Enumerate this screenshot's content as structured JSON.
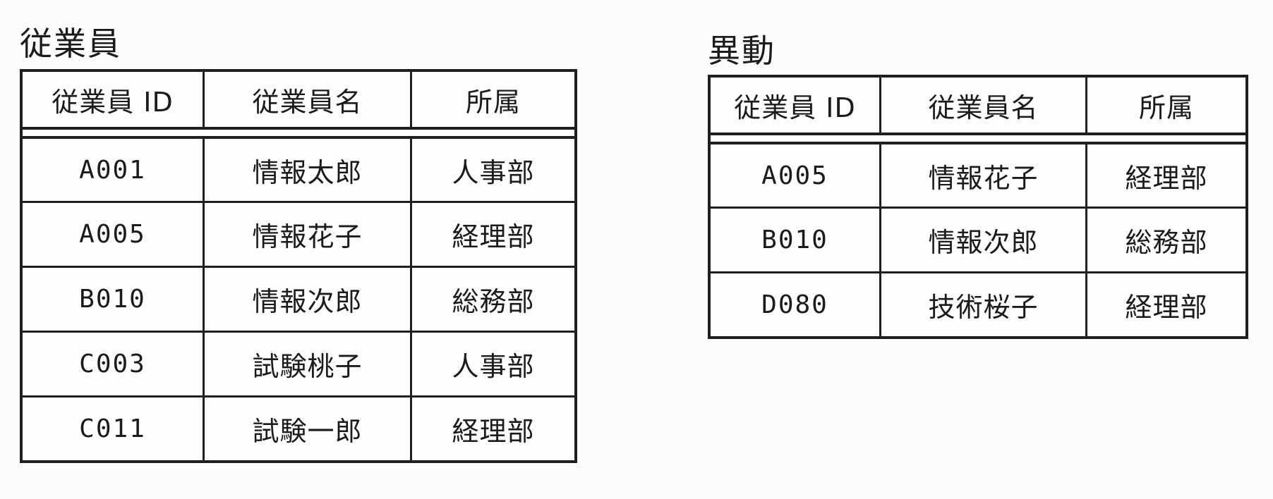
{
  "page": {
    "background": "#fcfcfb",
    "text_color": "#1b1b1b",
    "border_color": "#1f1f1f"
  },
  "tables": [
    {
      "title": "従業員",
      "columns": [
        "従業員 ID",
        "従業員名",
        "所属"
      ],
      "rows": [
        [
          "A001",
          "情報太郎",
          "人事部"
        ],
        [
          "A005",
          "情報花子",
          "経理部"
        ],
        [
          "B010",
          "情報次郎",
          "総務部"
        ],
        [
          "C003",
          "試験桃子",
          "人事部"
        ],
        [
          "C011",
          "試験一郎",
          "経理部"
        ]
      ]
    },
    {
      "title": "異動",
      "columns": [
        "従業員 ID",
        "従業員名",
        "所属"
      ],
      "rows": [
        [
          "A005",
          "情報花子",
          "経理部"
        ],
        [
          "B010",
          "情報次郎",
          "総務部"
        ],
        [
          "D080",
          "技術桜子",
          "経理部"
        ]
      ]
    }
  ]
}
